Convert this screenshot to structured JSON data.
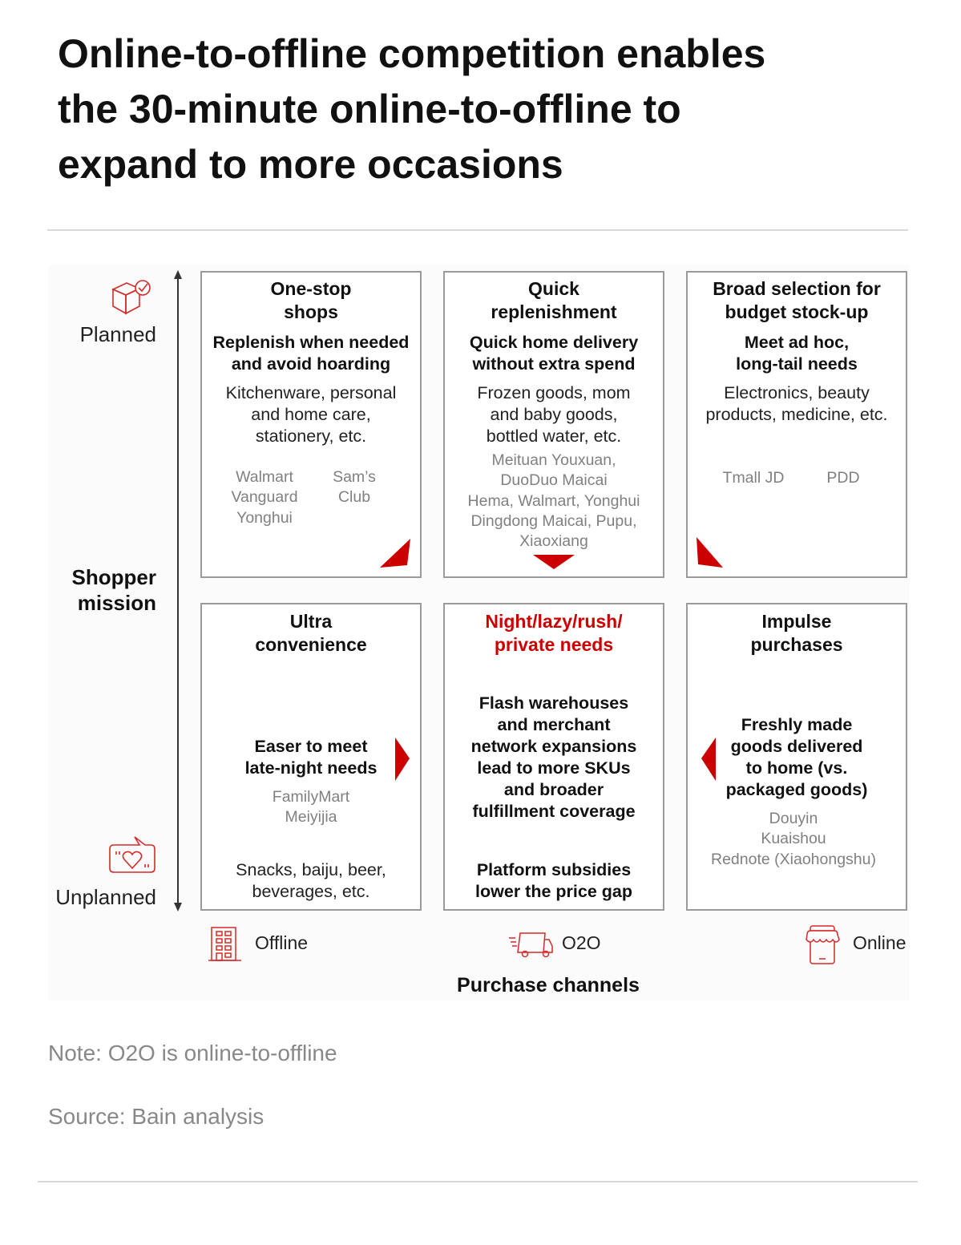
{
  "title": "Online-to-offline competition enables\nthe 30-minute online-to-offline to\nexpand to more occasions",
  "y_axis": {
    "top_label": "Planned",
    "bottom_label": "Unplanned",
    "axis_title": "Shopper\nmission",
    "top_icon": "box-check-icon",
    "bottom_icon": "heart-speech-bubble-icon"
  },
  "x_axis": {
    "title": "Purchase channels",
    "channels": [
      {
        "label": "Offline",
        "icon": "building-icon"
      },
      {
        "label": "O2O",
        "icon": "delivery-truck-icon"
      },
      {
        "label": "Online",
        "icon": "mobile-shop-icon"
      }
    ]
  },
  "accent_color": "#cc0000",
  "boxes": [
    {
      "title": "One-stop\nshops",
      "subtitle": "Replenish when needed\nand avoid hoarding",
      "body": "Kitchenware, personal\nand home care,\nstationery, etc.",
      "brands_left": "Walmart\nVanguard\nYonghui",
      "brands_right": "Sam’s\nClub"
    },
    {
      "title": "Quick\nreplenishment",
      "subtitle": "Quick home delivery\nwithout extra spend",
      "body": "Frozen goods, mom\nand baby goods,\nbottled water, etc.",
      "brands": "Meituan Youxuan,\nDuoDuo Maicai\nHema, Walmart, Yonghui\nDingdong Maicai, Pupu,\nXiaoxiang"
    },
    {
      "title": "Broad selection for\nbudget stock-up",
      "subtitle": "Meet ad hoc,\nlong-tail needs",
      "body": "Electronics, beauty\nproducts, medicine, etc.",
      "brands_left": "Tmall JD",
      "brands_right": "PDD"
    },
    {
      "title": "Ultra\nconvenience",
      "subtitle": "Easer to meet\nlate-night needs",
      "brands": "FamilyMart\nMeiyijia",
      "body": "Snacks, baiju, beer,\nbeverages, etc."
    },
    {
      "title": "Night/lazy/rush/\nprivate needs",
      "subtitle": "Flash warehouses\nand merchant\nnetwork expansions\nlead to more SKUs\nand broader\nfulfillment coverage",
      "body": "Platform subsidies\nlower the price gap"
    },
    {
      "title": "Impulse\npurchases",
      "subtitle": "Freshly made\ngoods delivered\nto home (vs.\npackaged goods)",
      "brands": "Douyin\nKuaishou\nRednote (Xiaohongshu)"
    }
  ],
  "note": "Note: O2O is online-to-offline",
  "source": "Source: Bain analysis"
}
